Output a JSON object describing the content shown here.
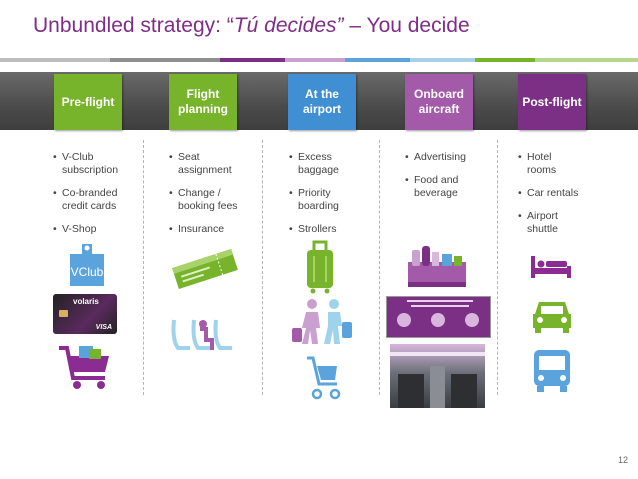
{
  "title": {
    "main": "Unbundled strategy: “",
    "italic": "Tú decides”",
    "tail": " – You decide"
  },
  "stages": [
    {
      "label": "Pre-flight",
      "color": "#77b32b"
    },
    {
      "label": "Flight\nplanning",
      "color": "#77b32b"
    },
    {
      "label": "At the\nairport",
      "color": "#3f8fd2"
    },
    {
      "label": "Onboard\naircraft",
      "color": "#a25aa9"
    },
    {
      "label": "Post-flight",
      "color": "#7b3086"
    }
  ],
  "columns": [
    {
      "items": [
        "V-Club\nsubscription",
        "Co-branded\ncredit cards",
        "V-Shop"
      ]
    },
    {
      "items": [
        "Seat\nassignment",
        "Change /\nbooking fees",
        "Insurance"
      ]
    },
    {
      "items": [
        "Excess\nbaggage",
        "Priority\nboarding",
        "Strollers"
      ]
    },
    {
      "items": [
        "Advertising",
        "Food and\nbeverage"
      ]
    },
    {
      "items": [
        "Hotel\nrooms",
        "Car rentals",
        "Airport\nshuttle"
      ]
    }
  ],
  "vclub_text": "VClub",
  "card_text": "volaris",
  "card_brand": "VISA",
  "page_number": "12",
  "colors": {
    "title": "#7f2d86",
    "green": "#77b32b",
    "blue": "#3f8fd2",
    "purple": "#7b3086",
    "lightblue": "#5ba3dc"
  },
  "icons": [
    "tag-icon",
    "credit-card-icon",
    "shopping-cart-icon",
    "ticket-icon",
    "seats-icon",
    "luggage-icon",
    "travelers-icon",
    "stroller-icon",
    "snacks-icon",
    "ad-poster-icon",
    "cabin-photo-icon",
    "bed-icon",
    "car-icon",
    "bus-icon"
  ]
}
